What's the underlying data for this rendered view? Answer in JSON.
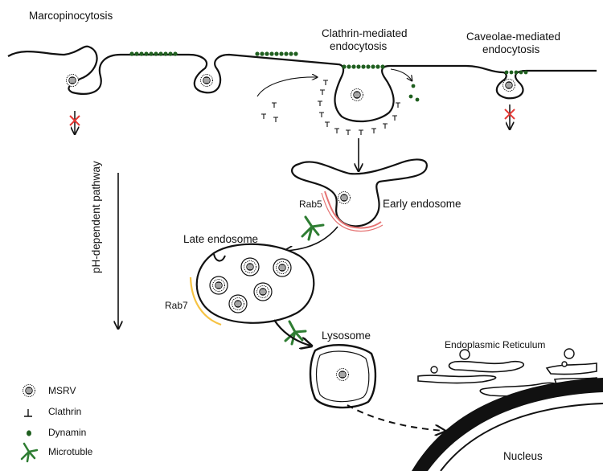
{
  "labels": {
    "macropinocytosis": "Marcopinocytosis",
    "clathrin_line1": "Clathrin-mediated",
    "clathrin_line2": "endocytosis",
    "caveolae_line1": "Caveolae-mediated",
    "caveolae_line2": "endocytosis",
    "ph_pathway": "pH-dependent pathway",
    "rab5": "Rab5",
    "early_endosome": "Early endosome",
    "late_endosome": "Late endosome",
    "rab7": "Rab7",
    "lysosome": "Lysosome",
    "er": "Endoplasmic Reticulum",
    "nucleus": "Nucleus"
  },
  "legend": [
    {
      "icon": "msrv-icon",
      "label": "MSRV"
    },
    {
      "icon": "clathrin-icon",
      "label": "Clathrin"
    },
    {
      "icon": "dynamin-icon",
      "label": "Dynamin"
    },
    {
      "icon": "microtubule-icon",
      "label": "Microtuble"
    }
  ],
  "colors": {
    "dynamin": "#1f5f1f",
    "microtubule": "#2e7d32",
    "blocked": "#e53935",
    "rab5": "#e57373",
    "rab7": "#f6c343",
    "outline": "#111111",
    "nucleus": "#111111"
  }
}
